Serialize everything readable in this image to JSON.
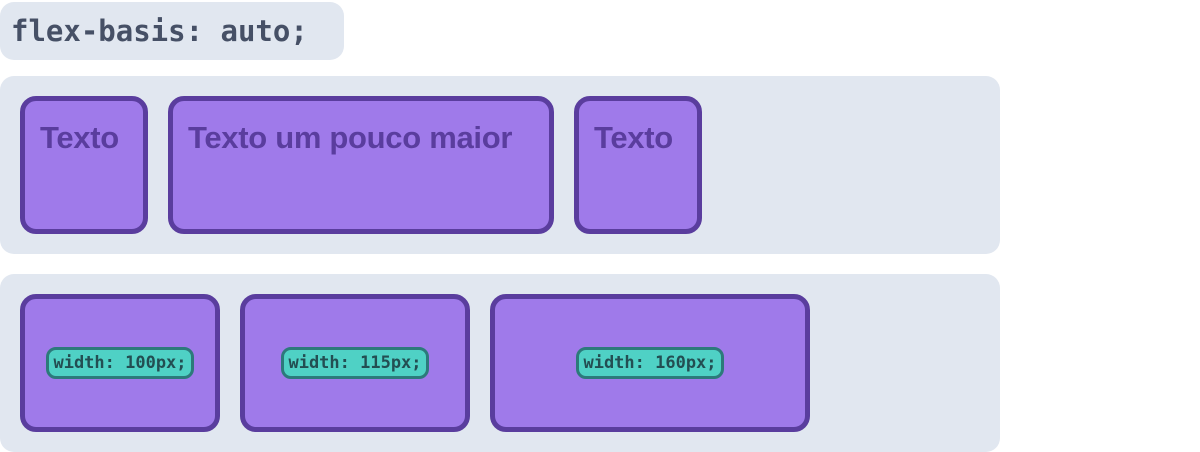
{
  "title": "flex-basis: auto;",
  "row1": {
    "items": [
      {
        "label": "Texto"
      },
      {
        "label": "Texto um pouco maior"
      },
      {
        "label": "Texto"
      }
    ]
  },
  "row2": {
    "items": [
      {
        "label": "width: 100px;"
      },
      {
        "label": "width: 115px;"
      },
      {
        "label": "width: 160px;"
      }
    ]
  },
  "colors": {
    "panel": "#e1e7f0",
    "box_fill": "#9f7aea",
    "box_border": "#5a3d9e",
    "pill_fill": "#4fd1c5",
    "pill_border": "#2c7a7b",
    "title_text": "#465066"
  }
}
